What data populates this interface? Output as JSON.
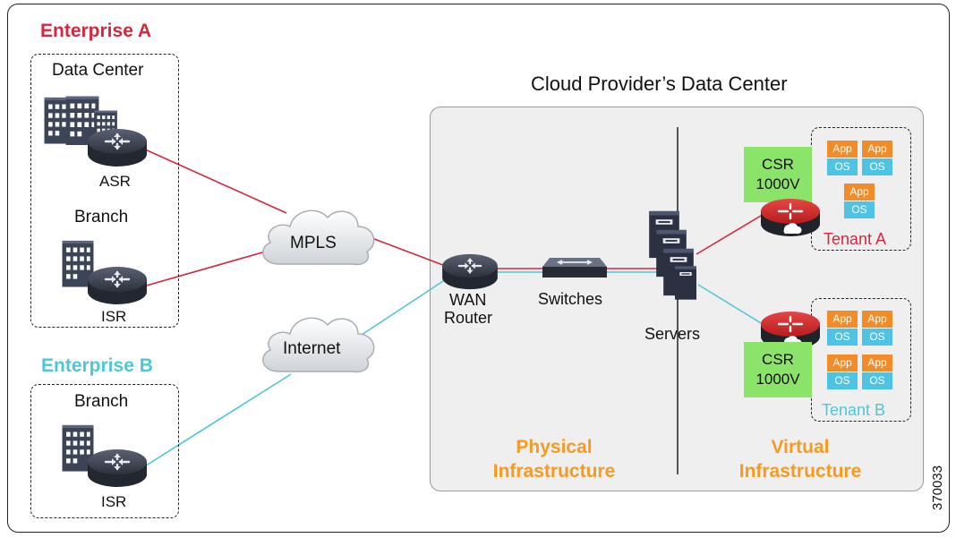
{
  "cloud_title": "Cloud Provider’s Data Center",
  "enterprise_a": {
    "title": "Enterprise A",
    "title_color": "#d7263d",
    "data_center": {
      "label": "Data Center",
      "router": "ASR"
    },
    "branch": {
      "label": "Branch",
      "router": "ISR"
    }
  },
  "enterprise_b": {
    "title": "Enterprise B",
    "title_color": "#4fc6d8",
    "branch": {
      "label": "Branch",
      "router": "ISR"
    }
  },
  "clouds": {
    "mpls": "MPLS",
    "internet": "Internet"
  },
  "physical": {
    "title_line1": "Physical",
    "title_line2": "Infrastructure",
    "wan_router_line1": "WAN",
    "wan_router_line2": "Router",
    "switches": "Switches",
    "servers": "Servers"
  },
  "virtual": {
    "title_line1": "Virtual",
    "title_line2": "Infrastructure"
  },
  "tenant_a": {
    "name": "Tenant A",
    "name_color": "#d7263d",
    "csr_line1": "CSR",
    "csr_line2": "1000V",
    "vms": [
      {
        "app": "App",
        "os": "OS"
      },
      {
        "app": "App",
        "os": "OS"
      },
      {
        "app": "App",
        "os": "OS"
      }
    ]
  },
  "tenant_b": {
    "name": "Tenant B",
    "name_color": "#4fc6d8",
    "csr_line1": "CSR",
    "csr_line2": "1000V",
    "vms": [
      {
        "app": "App",
        "os": "OS"
      },
      {
        "app": "App",
        "os": "OS"
      },
      {
        "app": "App",
        "os": "OS"
      },
      {
        "app": "App",
        "os": "OS"
      }
    ]
  },
  "figure_id": "370033",
  "colors": {
    "link_red": "#d7263d",
    "link_cyan": "#4fc6d8",
    "accent_orange": "#f59a23",
    "csr_green": "#8be36a"
  },
  "icons": [
    "building-icon",
    "router-icon",
    "cloud-icon",
    "switch-icon",
    "server-icon",
    "virtual-router-icon"
  ]
}
